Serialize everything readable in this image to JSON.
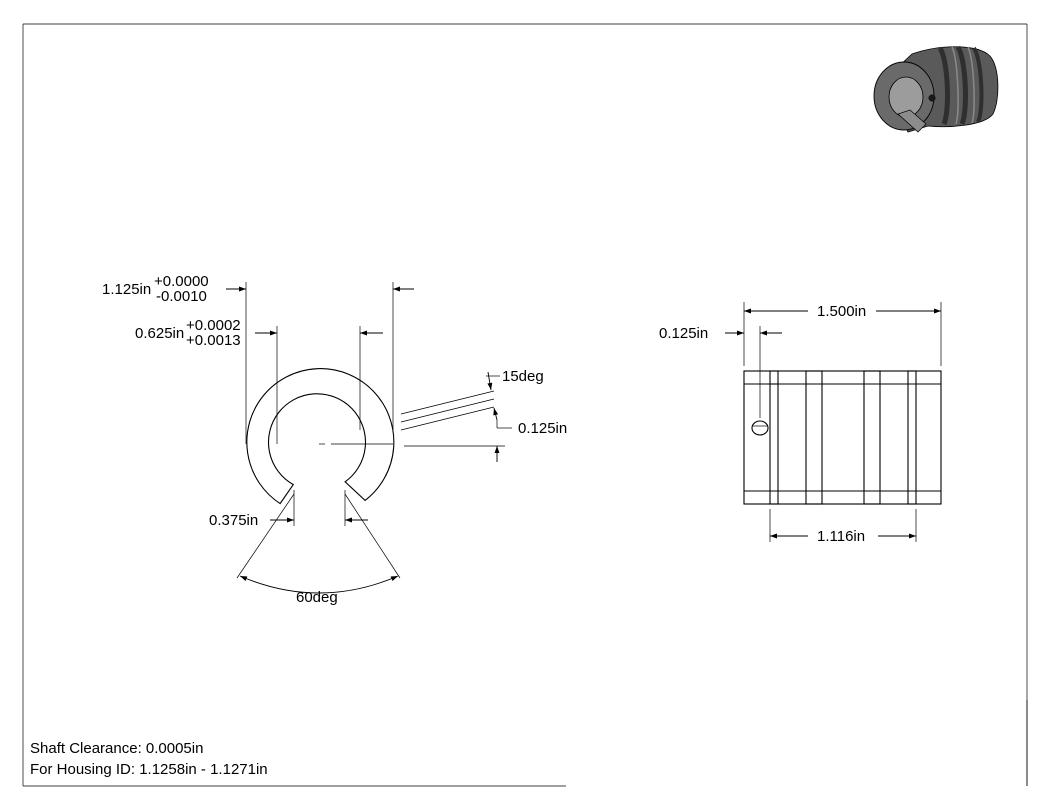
{
  "dimensions": {
    "od": "1.125in",
    "od_tol_plus": "+0.0000",
    "od_tol_minus": "-0.0010",
    "id": "0.625in",
    "id_tol_plus": "+0.0002",
    "id_tol_minus": "+0.0013",
    "slot_width": "0.375in",
    "slot_angle": "60deg",
    "groove_angle": "15deg",
    "groove_depth": "0.125in",
    "length": "1.500in",
    "end_offset": "0.125in",
    "groove_span": "1.116in"
  },
  "notes": {
    "shaft_clearance": "Shaft Clearance: 0.0005in",
    "housing_id": "For Housing ID: 1.1258in - 1.1271in"
  },
  "colors": {
    "line": "#000000",
    "iso_dark": "#3a3a3a",
    "iso_mid": "#6b6b6b",
    "iso_light": "#9a9a9a"
  }
}
